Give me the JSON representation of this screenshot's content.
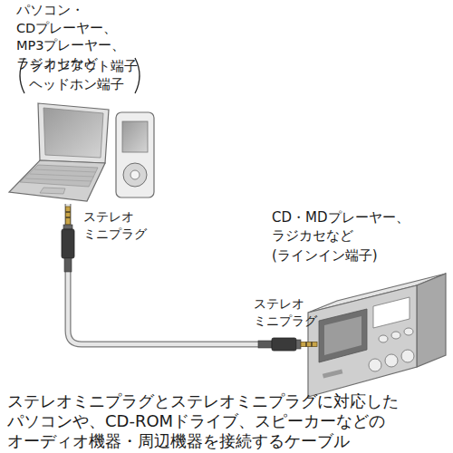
{
  "diagram": {
    "caption": "ステレオミニプラグとステレオミニプラグに対応した パソコンや、CD-ROMドライブ、スピーカーなどの オーディオ機器・周辺機器を接続するケーブル",
    "nodes": [
      {
        "text": [
          "パソコン・CDプレーヤー、 MP3プレーヤー、 ラジカセなど",
          "ラインアウト端子 ヘッドホン端子"
        ]
      },
      {
        "text": [
          "CD・MDプレーヤー、 ラジカセなど",
          "(ラインイン端子)"
        ]
      }
    ],
    "edges": [
      {
        "from": 0,
        "to": 1,
        "arrow": "none"
      }
    ],
    "labels": [
      "ステレオ ミニプラグ",
      "ステレオ ミニプラグ"
    ]
  }
}
